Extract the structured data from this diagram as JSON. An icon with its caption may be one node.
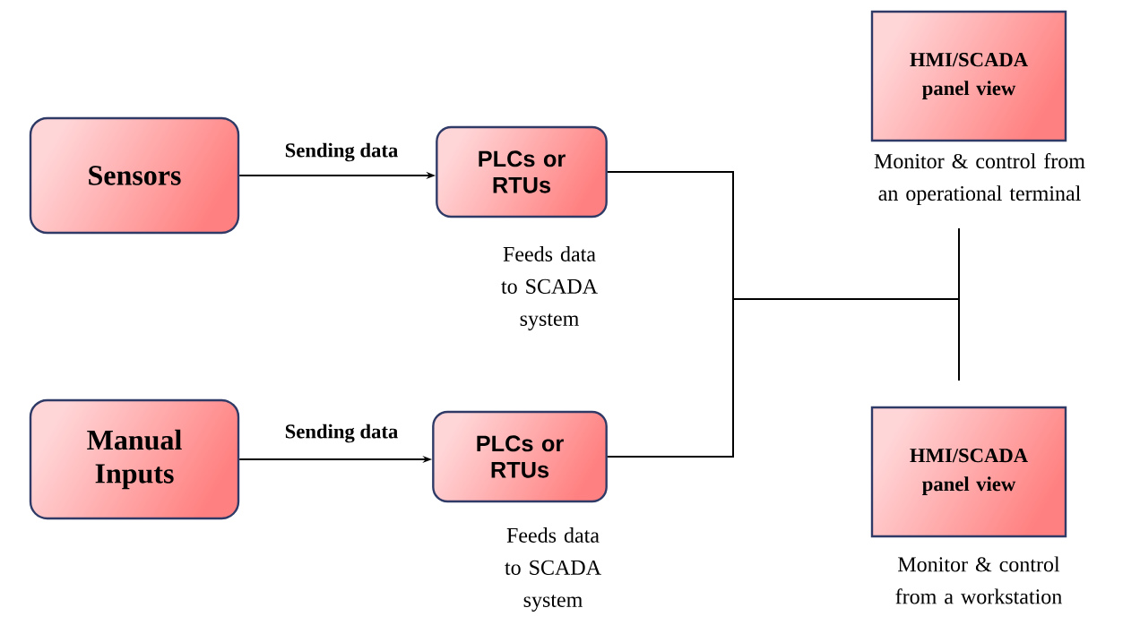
{
  "diagram": {
    "nodes": [
      {
        "text": [
          "Sensors"
        ]
      },
      {
        "text": [
          "PLCs or RTUs"
        ],
        "beside": [
          "Feeds data to SCADA system"
        ]
      },
      {
        "text": [
          "Manual Inputs"
        ]
      },
      {
        "text": [
          "PLCs or RTUs"
        ],
        "beside": [
          "Feeds data to SCADA system"
        ]
      },
      {
        "text": [
          "HMI/SCADA panel view"
        ],
        "beside": [
          "Monitor & control from an operational terminal"
        ]
      },
      {
        "text": [
          "HMI/SCADA panel view"
        ],
        "beside": [
          "Monitor & control from a workstation"
        ]
      }
    ],
    "edges": [
      {
        "from": 0,
        "to": 1,
        "arrow": "to",
        "label": "Sending data"
      },
      {
        "from": 2,
        "to": 3,
        "arrow": "to",
        "label": "Sending data"
      },
      {
        "from": 1,
        "to": 4,
        "arrow": "none"
      },
      {
        "from": 1,
        "to": 5,
        "arrow": "none"
      },
      {
        "from": 3,
        "to": 4,
        "arrow": "none"
      },
      {
        "from": 3,
        "to": 5,
        "arrow": "none"
      }
    ]
  }
}
